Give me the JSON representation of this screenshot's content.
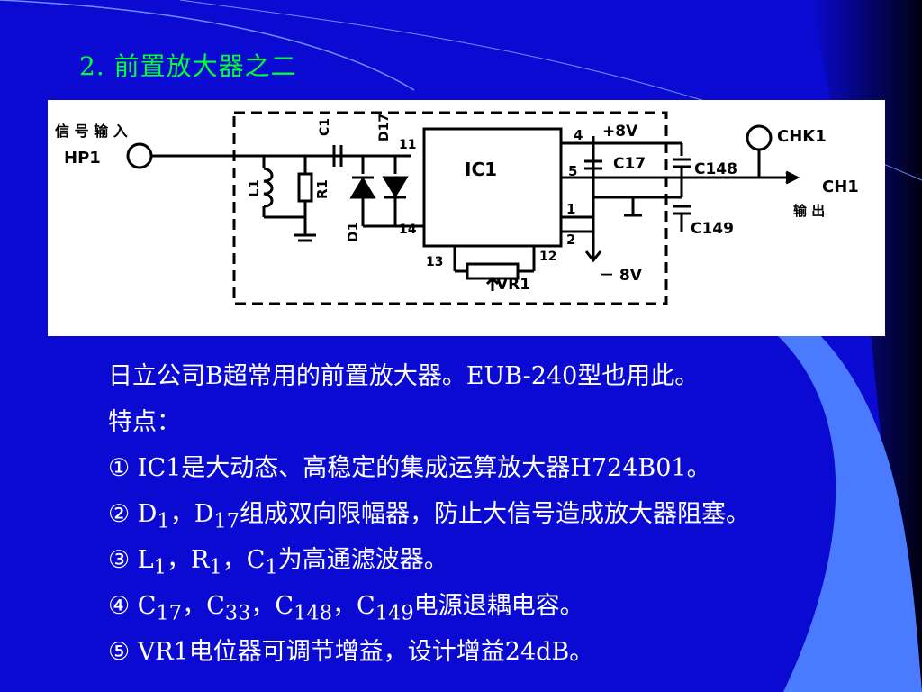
{
  "colors": {
    "background": "#0a0ad2",
    "title": "#00ff33",
    "text": "#ffffff",
    "accent_wave": "#5b8cff"
  },
  "slide": {
    "title": "2. 前置放大器之二",
    "lines": {
      "l1": "日立公司B超常用的前置放大器。EUB-240型也用此。",
      "l2": "特点：",
      "l3": "① IC1是大动态、高稳定的集成运算放大器H724B01。",
      "l4": {
        "a": "② D",
        "s1": "1",
        "b": "，D",
        "s2": "17",
        "c": "组成双向限幅器，防止大信号造成放大器阻塞。"
      },
      "l5": {
        "a": "③ L",
        "s1": "1",
        "b": "，R",
        "s2": "1",
        "c": "，C",
        "s3": "1",
        "d": "为高通滤波器。"
      },
      "l6": {
        "a": "④ C",
        "s1": "17",
        "b": "，C",
        "s2": "33",
        "c": "，C",
        "s3": "148",
        "d": "，C",
        "s4": "149",
        "e": "电源退耦电容。"
      },
      "l7": "⑤ VR1电位器可调节增益，设计增益24dB。"
    }
  },
  "circuit": {
    "input_label_1": "信 号 输 入",
    "input_label_2": "HP1",
    "ic": "IC1",
    "pin4": "4",
    "pin5": "5",
    "pin1": "1",
    "pin2": "2",
    "pin11": "11",
    "pin14": "14",
    "pin13": "13",
    "pin12": "12",
    "plus8v": "+8V",
    "minus8v": "－ 8V",
    "c17": "C17",
    "c148": "C148",
    "c149": "C149",
    "chk1": "CHK1",
    "ch1": "CH1",
    "output_label": "输 出",
    "l1": "L1",
    "r1": "R1",
    "c1": "C1",
    "d1": "D1",
    "d17": "D17",
    "vr1": "VR1"
  }
}
